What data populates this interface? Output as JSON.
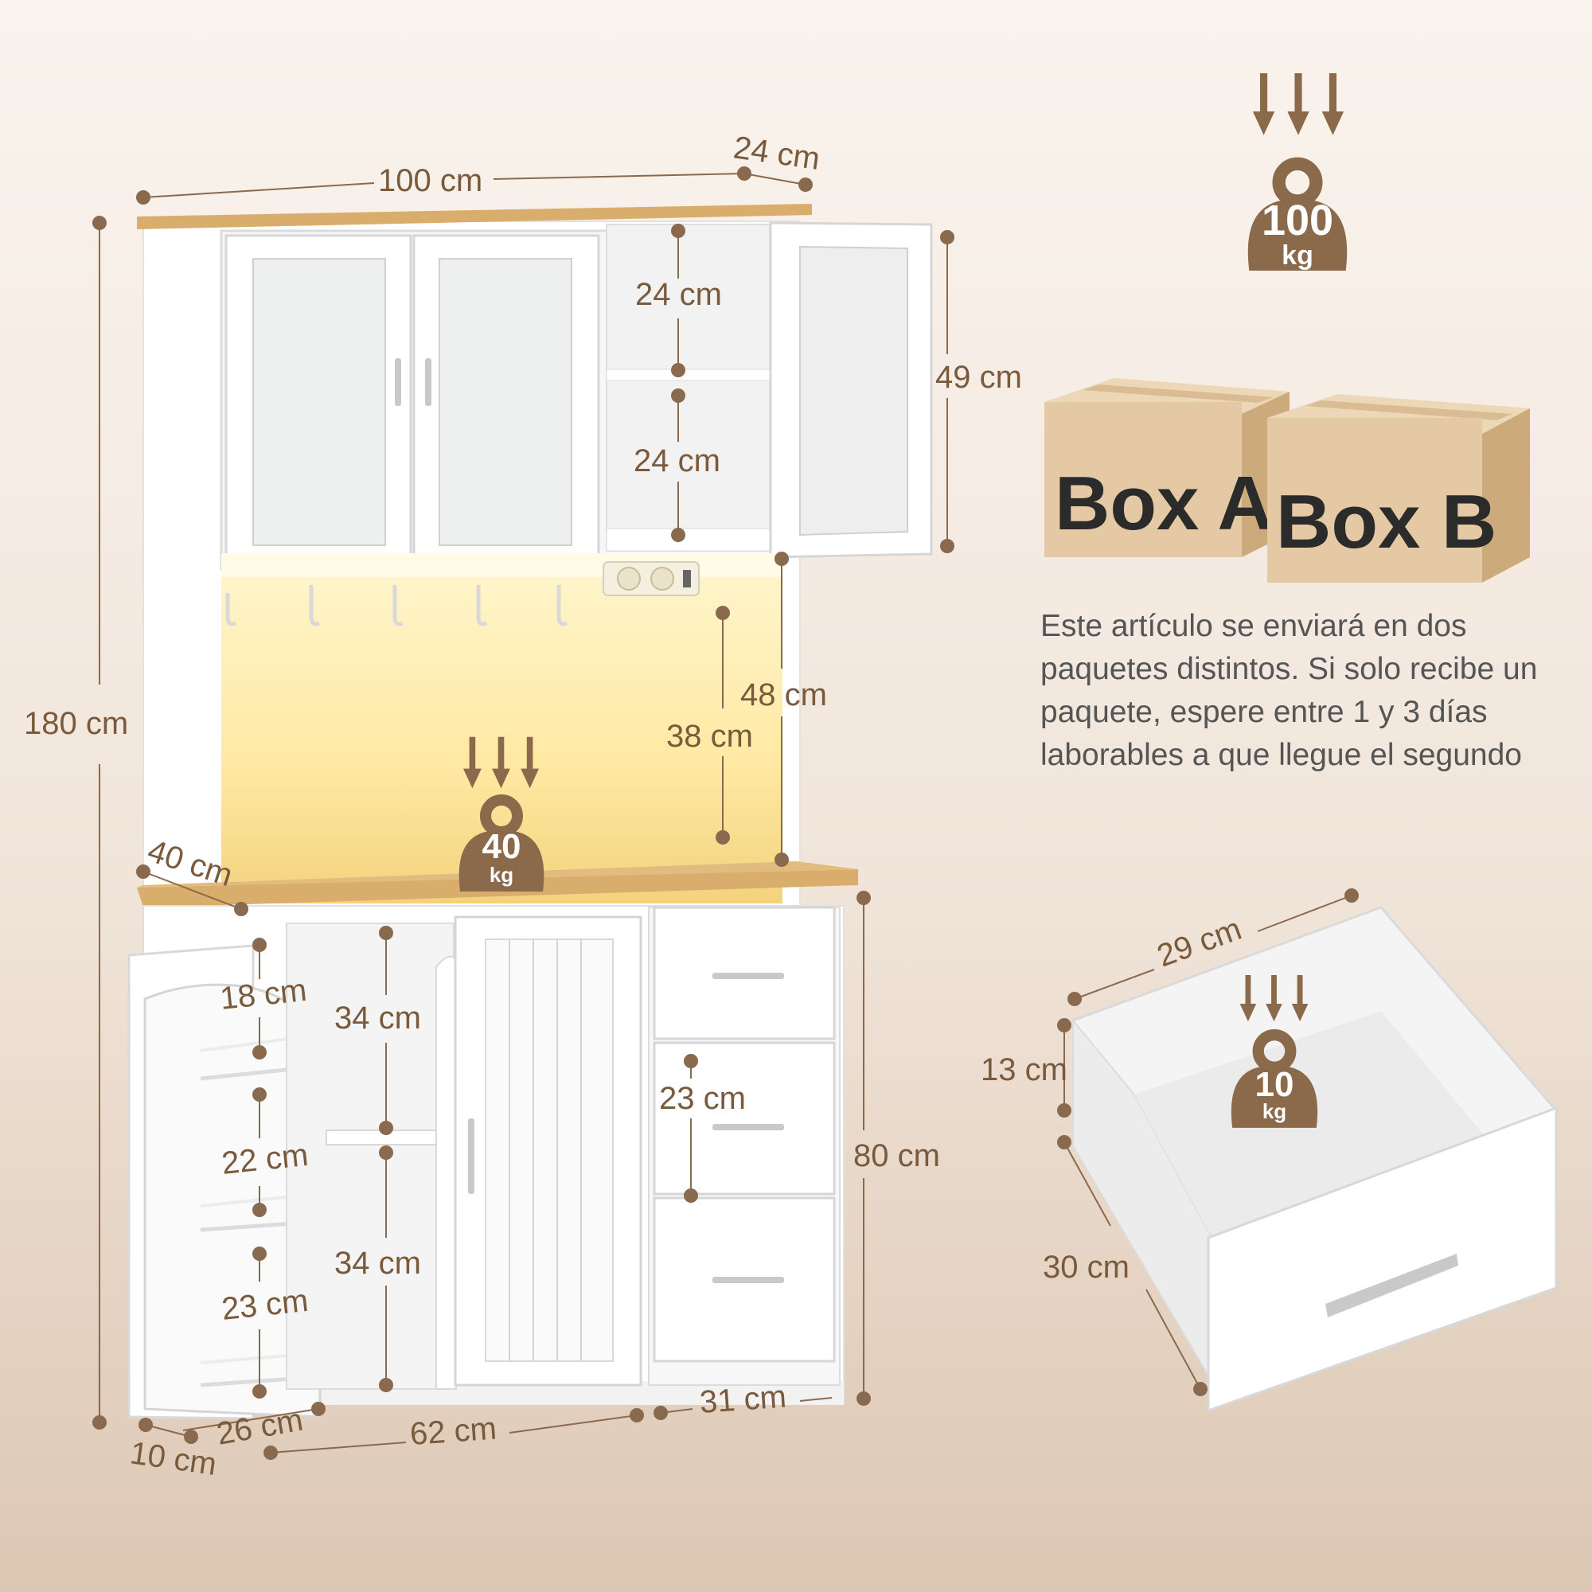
{
  "colors": {
    "dimension": "#8a6a4e",
    "weight_icon": "#8b6a4b",
    "wood": "#d9ae6c",
    "panel": "#ffffff",
    "cardboard": "#e4c9a4",
    "text": "#555555"
  },
  "dimensions": {
    "width_total": "100 cm",
    "depth_top": "24 cm",
    "height_total": "180 cm",
    "shelf_upper": "24 cm",
    "shelf_lower": "24 cm",
    "hutch_height": "49 cm",
    "nook_outer": "48 cm",
    "nook_inner": "38 cm",
    "depth_base": "40 cm",
    "rack_top": "18 cm",
    "rack_mid": "22 cm",
    "rack_bottom": "23 cm",
    "rack_depth": "26 cm",
    "rack_width": "10 cm",
    "cabinet_upper": "34 cm",
    "cabinet_lower": "34 cm",
    "drawer_height": "23 cm",
    "base_height": "80 cm",
    "cabinet_width": "62 cm",
    "drawer_width": "31 cm"
  },
  "drawer_detail": {
    "width": "29 cm",
    "height": "13 cm",
    "depth": "30 cm"
  },
  "weights": {
    "total": {
      "value": "100",
      "unit": "kg"
    },
    "counter": {
      "value": "40",
      "unit": "kg"
    },
    "drawer": {
      "value": "10",
      "unit": "kg"
    }
  },
  "packages": {
    "box_a": "Box A",
    "box_b": "Box B",
    "note": "Este artículo se enviará en dos paquetes distintos. Si solo recibe un paquete, espere entre 1 y 3 días laborables a que llegue el segundo"
  }
}
